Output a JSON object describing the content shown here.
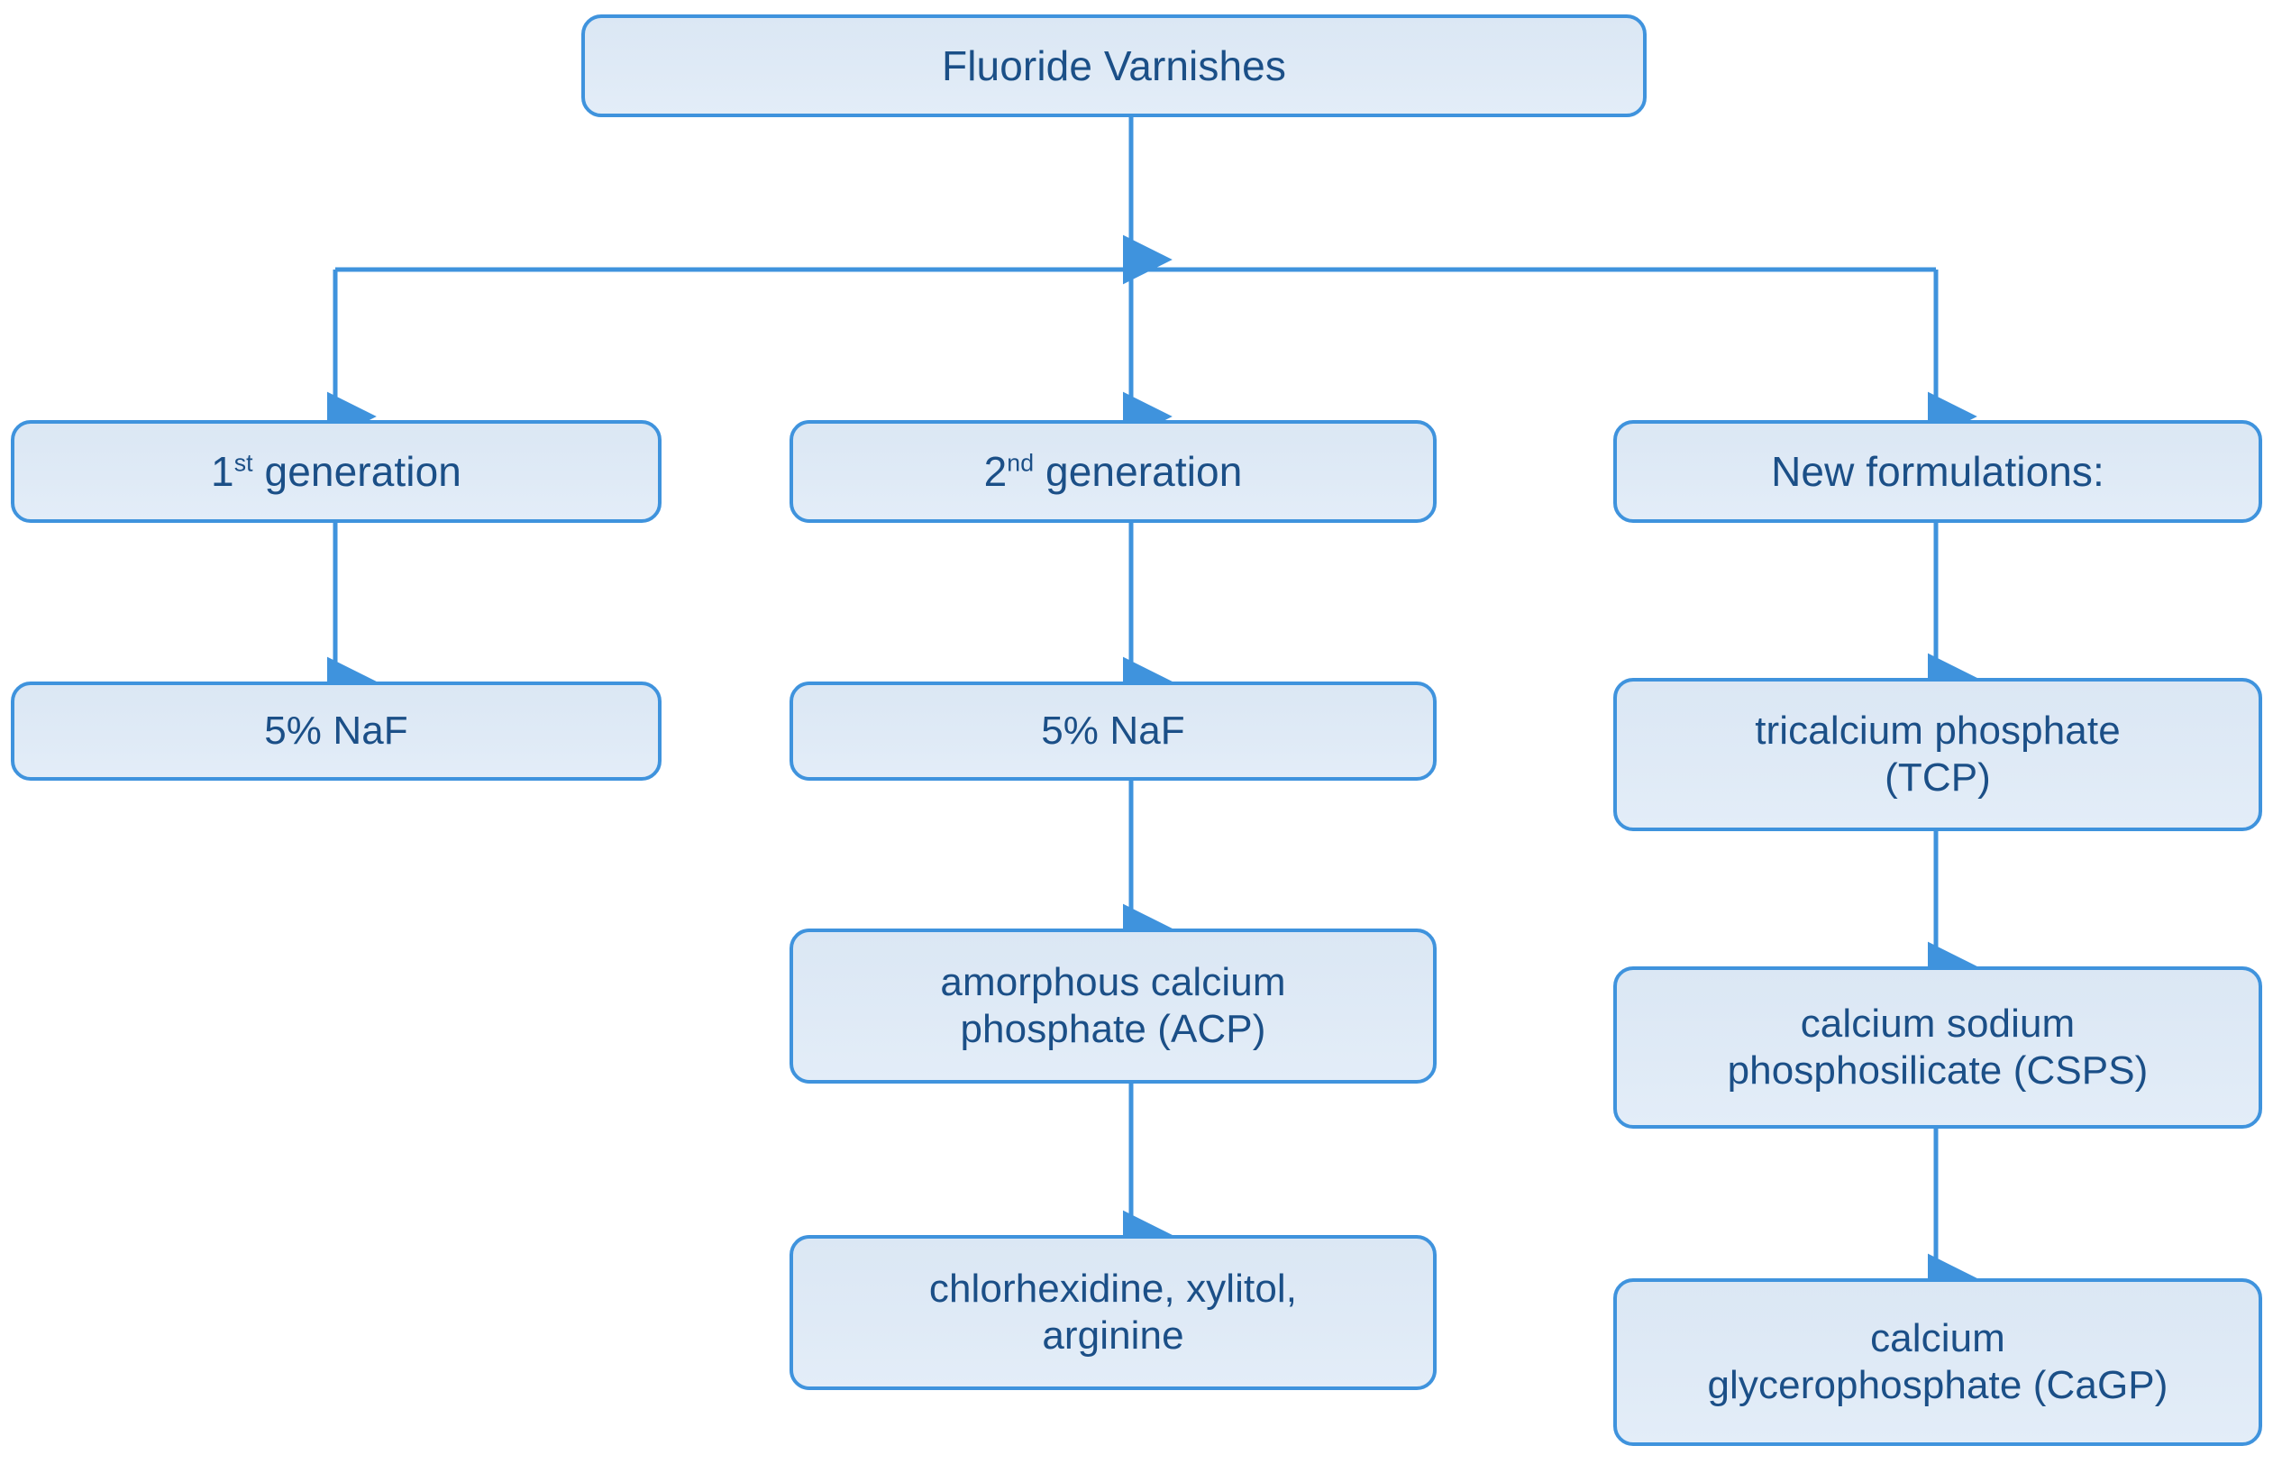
{
  "diagram": {
    "title": "Fluoride Varnishes",
    "type": "flowchart",
    "colors": {
      "node_fill": "#dce8f5",
      "node_border": "#3f93dd",
      "node_text": "#1b4f87",
      "connector": "#3f93dd",
      "background": "#ffffff"
    },
    "root": {
      "label": "Fluoride Varnishes"
    },
    "columns": [
      {
        "id": "generation-1",
        "header": {
          "label_prefix": "1",
          "label_sup": "st",
          "label_suffix": " generation",
          "label_plain": "1st generation"
        },
        "nodes": [
          {
            "id": "naf-5-gen1",
            "label": "5% NaF"
          }
        ]
      },
      {
        "id": "generation-2",
        "header": {
          "label_prefix": "2",
          "label_sup": "nd",
          "label_suffix": " generation",
          "label_plain": "2nd generation"
        },
        "nodes": [
          {
            "id": "naf-5-gen2",
            "label": "5% NaF"
          },
          {
            "id": "acp",
            "label": "amorphous calcium\nphosphate (ACP)"
          },
          {
            "id": "chx-xylitol-arginine",
            "label": "chlorhexidine, xylitol,\narginine"
          }
        ]
      },
      {
        "id": "new-formulations",
        "header": {
          "label_prefix": "",
          "label_sup": "",
          "label_suffix": "",
          "label_plain": "New formulations:"
        },
        "nodes": [
          {
            "id": "tcp",
            "label": "tricalcium phosphate\n(TCP)"
          },
          {
            "id": "csps",
            "label": "calcium sodium\nphosphosilicate (CSPS)"
          },
          {
            "id": "cagp",
            "label": "calcium\nglycerophosphate (CaGP)"
          }
        ]
      }
    ]
  }
}
